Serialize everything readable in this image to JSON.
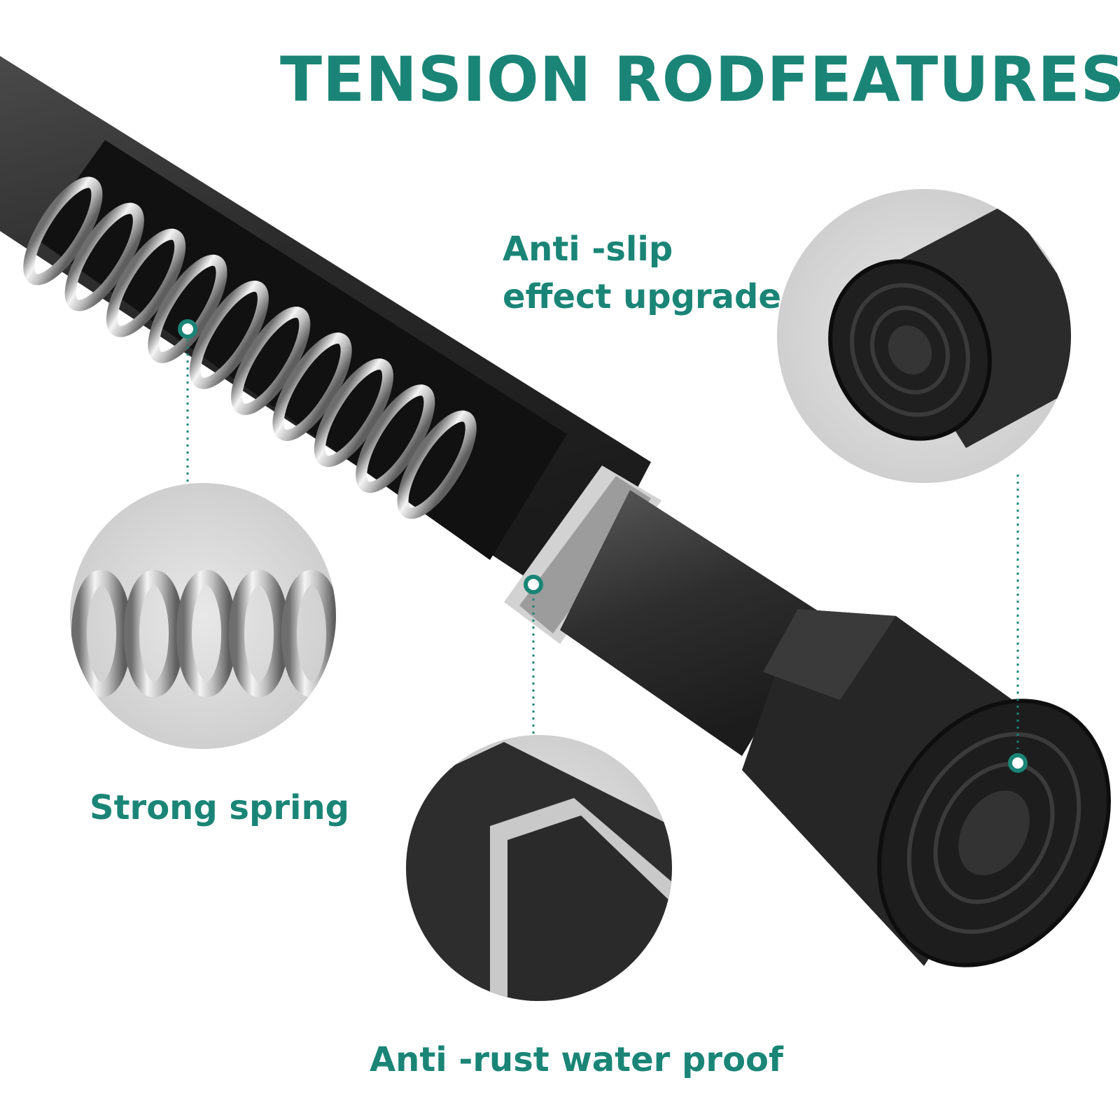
{
  "title": "TENSION RODFEATURES",
  "features": {
    "anti_slip": {
      "line1": "Anti -slip",
      "line2": "effect upgrade"
    },
    "spring": {
      "label": "Strong spring"
    },
    "anti_rust": {
      "label": "Anti -rust water proof"
    }
  },
  "colors": {
    "accent": "#1a8577",
    "rod": "#2b2b2b",
    "rod_highlight": "#555555",
    "metal": "#c8c8c8",
    "circle_bg": "#d6d6d6"
  }
}
